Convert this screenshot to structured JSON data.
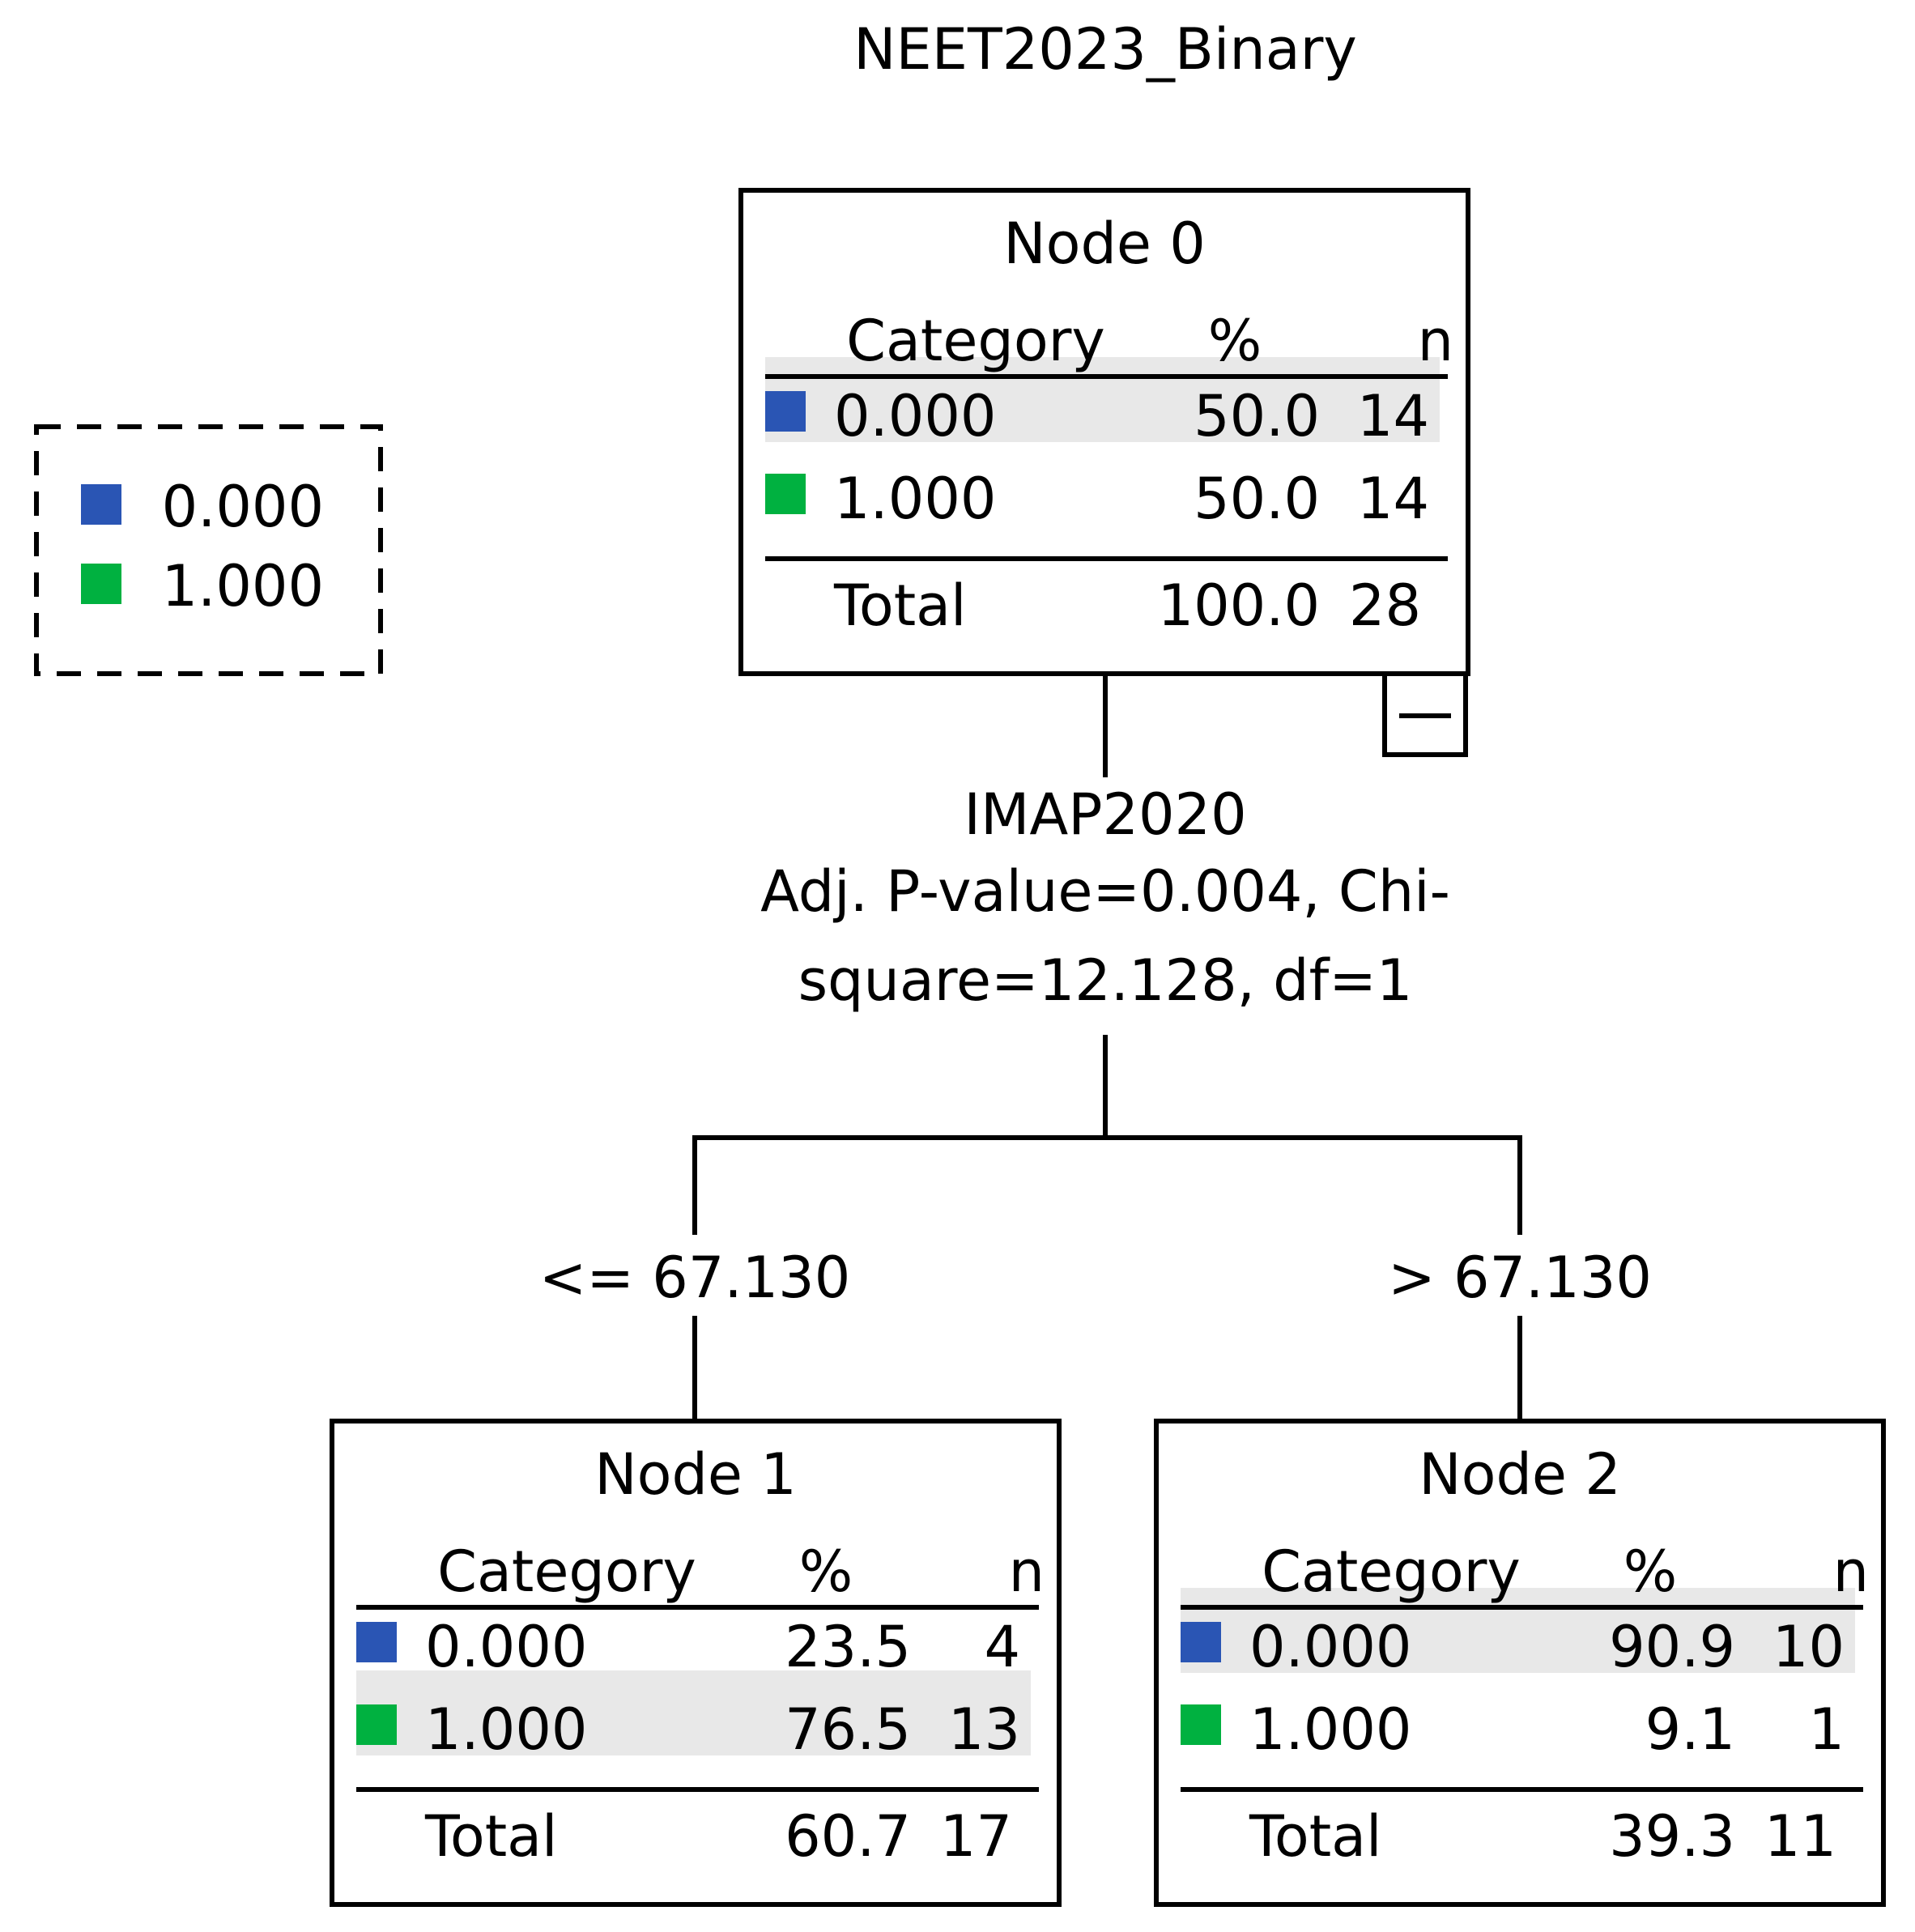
{
  "title": "NEET2023_Binary",
  "colors": {
    "cat0": "#2a55b4",
    "cat1": "#00b140",
    "highlight": "#e8e8e8",
    "line": "#000000"
  },
  "legend": {
    "items": [
      {
        "label": "0.000",
        "color": "#2a55b4"
      },
      {
        "label": "1.000",
        "color": "#00b140"
      }
    ]
  },
  "header": {
    "category": "Category",
    "pct": "%",
    "n": "n"
  },
  "total_label": "Total",
  "collapse_symbol": "−",
  "nodes": [
    {
      "title": "Node 0",
      "highlight_row": 0,
      "rows": [
        {
          "label": "0.000",
          "pct": "50.0",
          "n": "14"
        },
        {
          "label": "1.000",
          "pct": "50.0",
          "n": "14"
        }
      ],
      "total": {
        "pct": "100.0",
        "n": "28"
      }
    },
    {
      "title": "Node 1",
      "highlight_row": 1,
      "rows": [
        {
          "label": "0.000",
          "pct": "23.5",
          "n": "4"
        },
        {
          "label": "1.000",
          "pct": "76.5",
          "n": "13"
        }
      ],
      "total": {
        "pct": "60.7",
        "n": "17"
      }
    },
    {
      "title": "Node 2",
      "highlight_row": 0,
      "rows": [
        {
          "label": "0.000",
          "pct": "90.9",
          "n": "10"
        },
        {
          "label": "1.000",
          "pct": "9.1",
          "n": "1"
        }
      ],
      "total": {
        "pct": "39.3",
        "n": "11"
      }
    }
  ],
  "split": {
    "variable": "IMAP2020",
    "stats_line1": "Adj. P-value=0.004, Chi-",
    "stats_line2": "square=12.128, df=1",
    "left_condition": "<= 67.130",
    "right_condition": "> 67.130"
  }
}
